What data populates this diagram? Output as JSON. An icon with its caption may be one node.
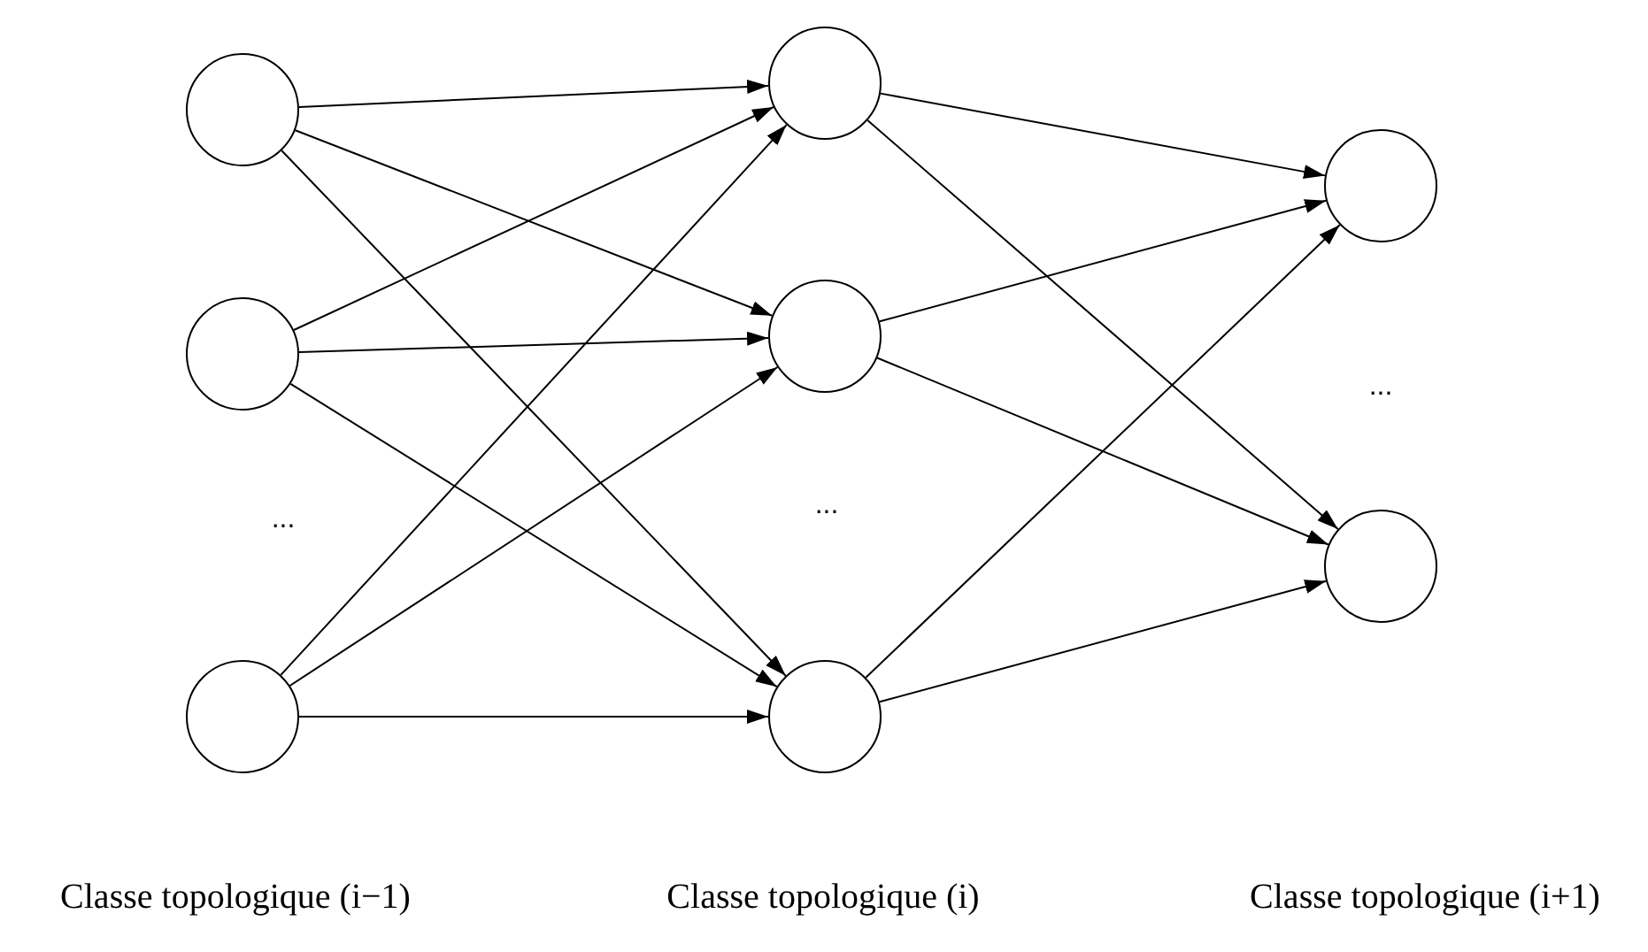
{
  "diagram": {
    "nodes": [
      {
        "text": [],
        "shape": "circle"
      },
      {
        "text": [],
        "shape": "circle"
      },
      {
        "text": [],
        "shape": "circle"
      },
      {
        "text": [],
        "shape": "circle"
      },
      {
        "text": [],
        "shape": "circle"
      },
      {
        "text": [],
        "shape": "circle"
      },
      {
        "text": [],
        "shape": "circle"
      },
      {
        "text": [],
        "shape": "circle"
      }
    ],
    "edges": [
      {
        "from": 0,
        "to": 3,
        "arrow": "to"
      },
      {
        "from": 0,
        "to": 4,
        "arrow": "to"
      },
      {
        "from": 0,
        "to": 5,
        "arrow": "to"
      },
      {
        "from": 1,
        "to": 3,
        "arrow": "to"
      },
      {
        "from": 1,
        "to": 4,
        "arrow": "to"
      },
      {
        "from": 1,
        "to": 5,
        "arrow": "to"
      },
      {
        "from": 2,
        "to": 3,
        "arrow": "to"
      },
      {
        "from": 2,
        "to": 4,
        "arrow": "to"
      },
      {
        "from": 2,
        "to": 5,
        "arrow": "to"
      },
      {
        "from": 3,
        "to": 6,
        "arrow": "to"
      },
      {
        "from": 3,
        "to": 7,
        "arrow": "to"
      },
      {
        "from": 4,
        "to": 6,
        "arrow": "to"
      },
      {
        "from": 4,
        "to": 7,
        "arrow": "to"
      },
      {
        "from": 5,
        "to": 6,
        "arrow": "to"
      },
      {
        "from": 5,
        "to": 7,
        "arrow": "to"
      }
    ],
    "labels": [
      "...",
      "...",
      "...",
      "Classe topologique (i−1)",
      "Classe topologique (i)",
      "Classe topologique (i+1)"
    ]
  }
}
